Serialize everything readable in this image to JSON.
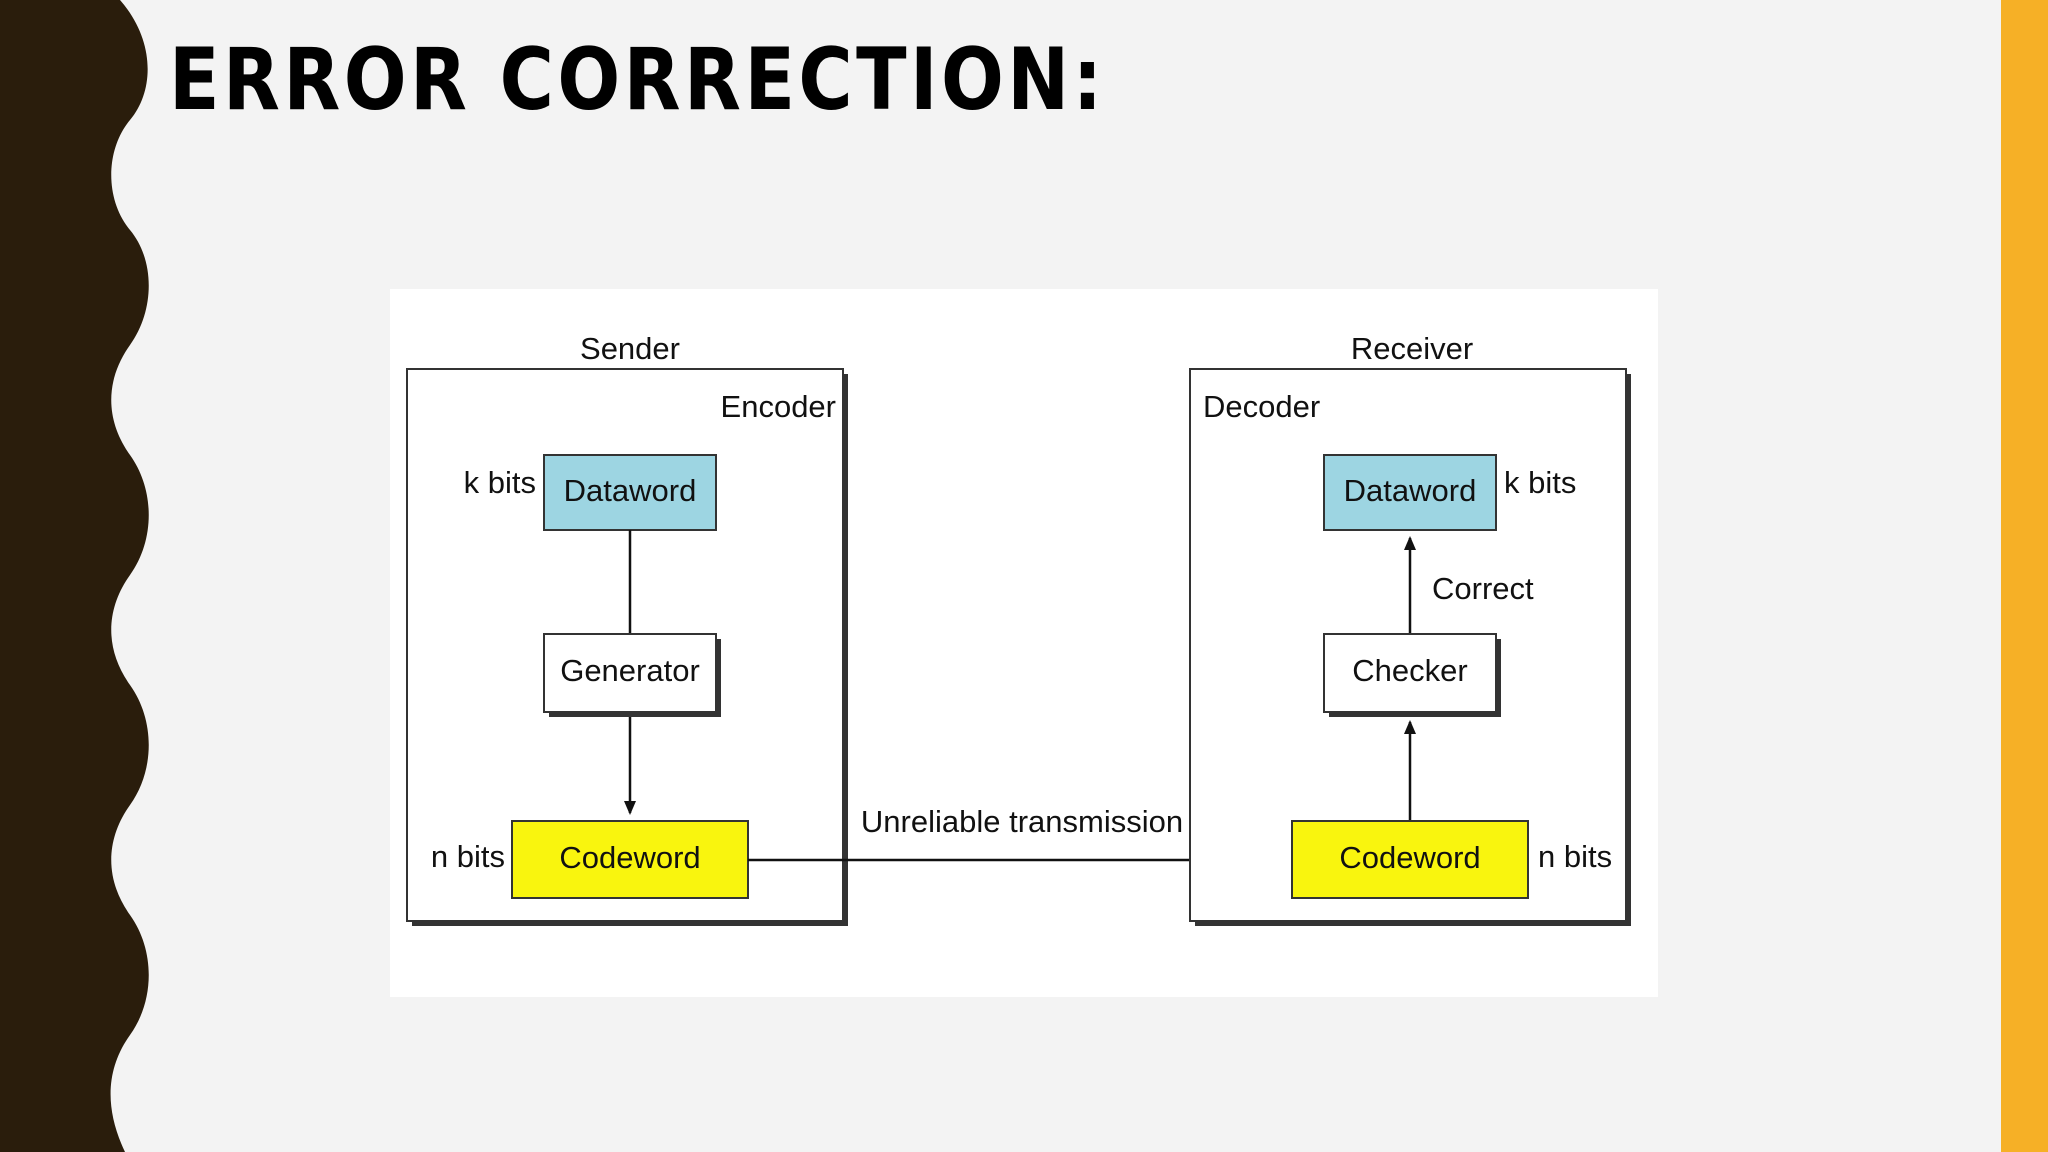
{
  "slide": {
    "title": "ERROR CORRECTION:"
  },
  "colors": {
    "background": "#f3f3f3",
    "left_band": "#2a1d0c",
    "right_band": "#f6b026",
    "dataword_fill": "#9dd5e2",
    "codeword_fill": "#f9f50e",
    "box_fill": "#ffffff"
  },
  "diagram": {
    "sender": {
      "label": "Sender",
      "encoder_label": "Encoder",
      "dataword": "Dataword",
      "dataword_bits": "k bits",
      "generator": "Generator",
      "codeword": "Codeword",
      "codeword_bits": "n bits"
    },
    "channel": {
      "label": "Unreliable transmission"
    },
    "receiver": {
      "label": "Receiver",
      "decoder_label": "Decoder",
      "dataword": "Dataword",
      "dataword_bits": "k bits",
      "correct_label": "Correct",
      "checker": "Checker",
      "codeword": "Codeword",
      "codeword_bits": "n bits"
    }
  }
}
